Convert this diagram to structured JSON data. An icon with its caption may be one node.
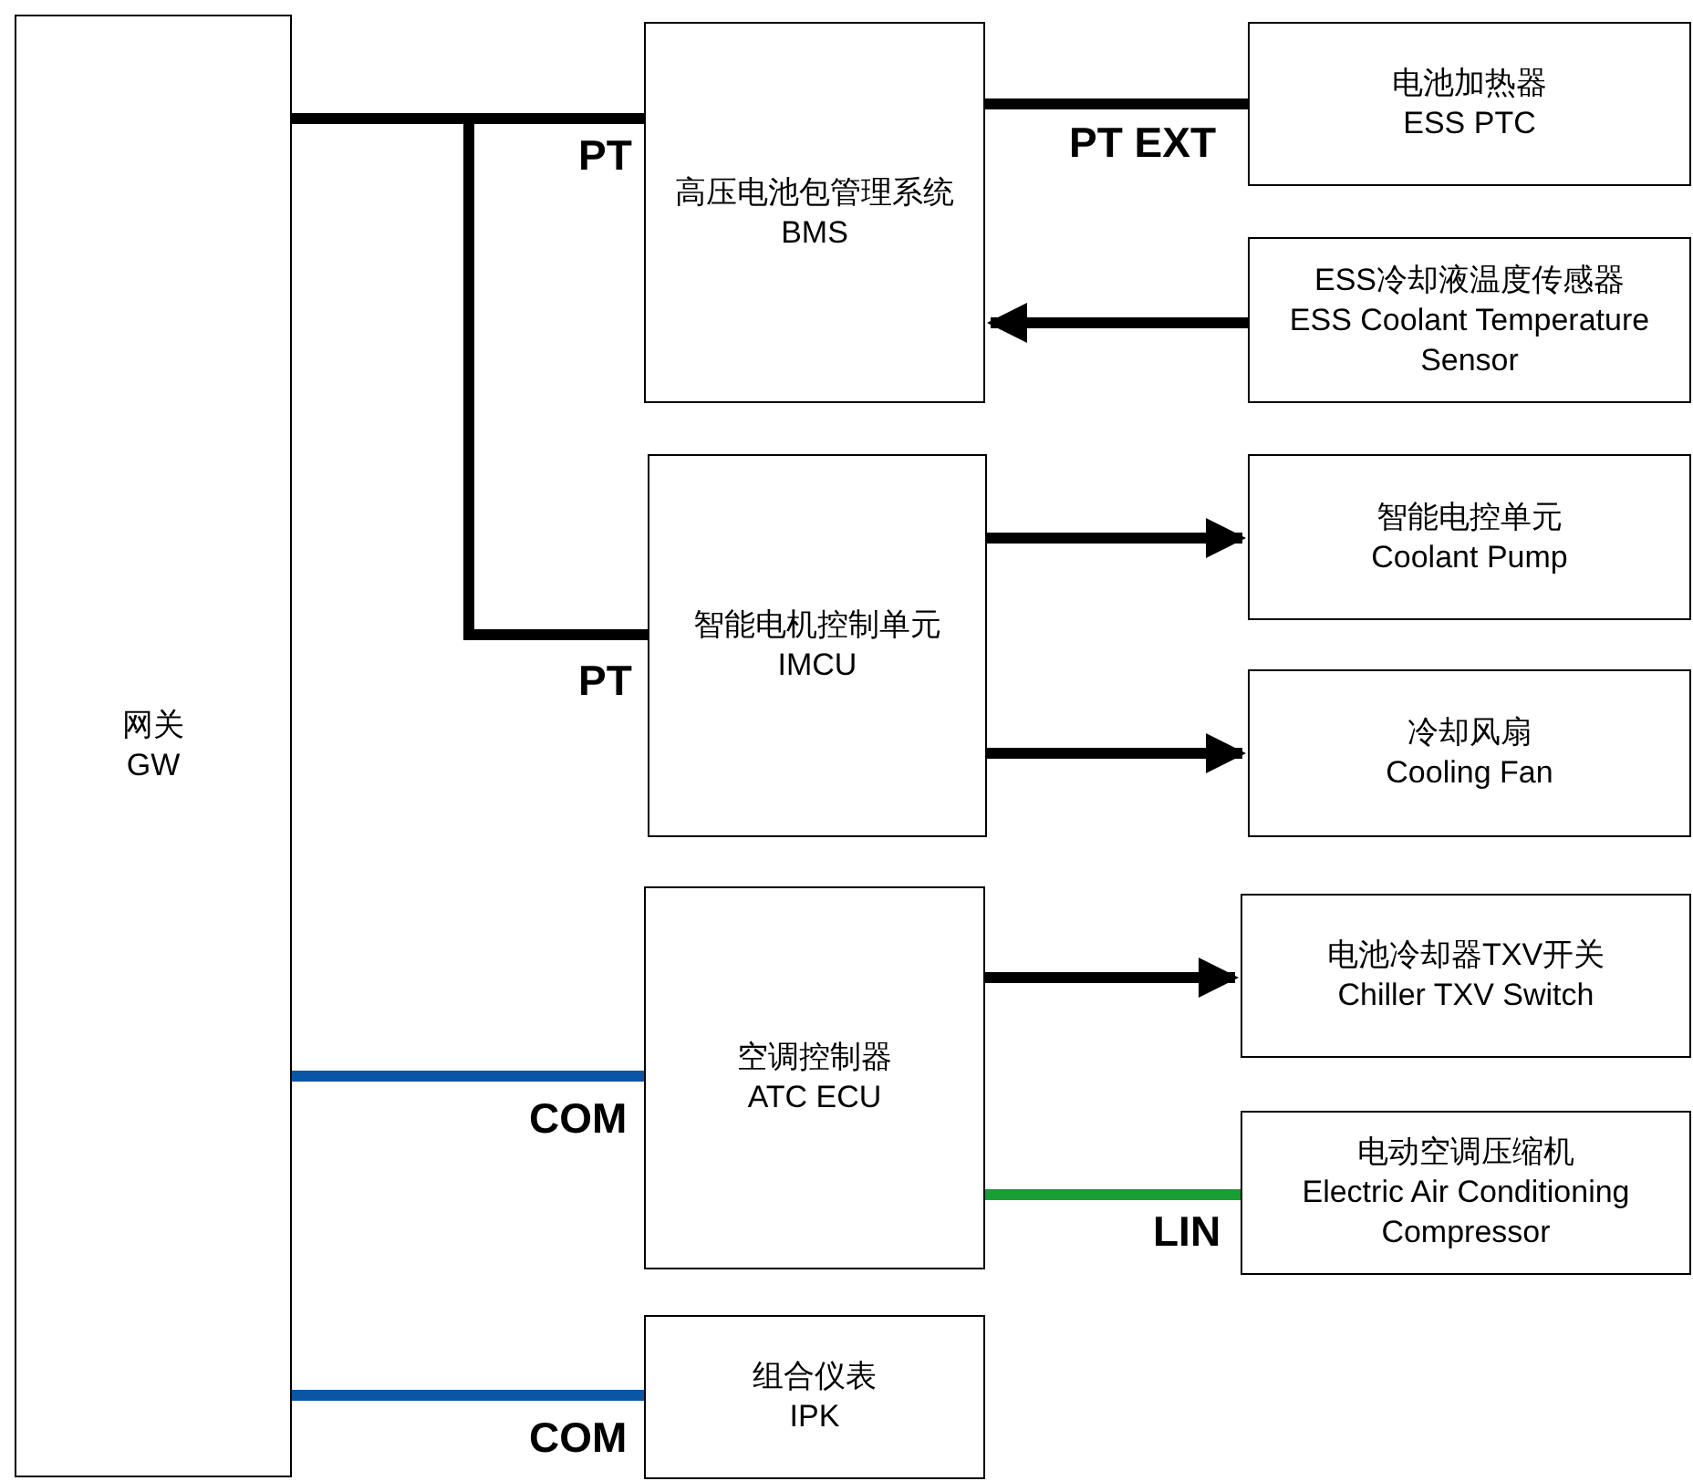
{
  "diagram": {
    "nodes": [
      {
        "text": [
          "网关",
          "GW"
        ]
      },
      {
        "text": [
          "高压电池包管理系统",
          "BMS"
        ]
      },
      {
        "text": [
          "智能电机控制单元",
          "IMCU"
        ]
      },
      {
        "text": [
          "空调控制器",
          "ATC ECU"
        ]
      },
      {
        "text": [
          "组合仪表",
          "IPK"
        ]
      },
      {
        "text": [
          "电池加热器",
          "ESS PTC"
        ]
      },
      {
        "text": [
          "ESS冷却液温度传感器",
          "ESS Coolant Temperature Sensor"
        ]
      },
      {
        "text": [
          "智能电控单元",
          "Coolant Pump"
        ]
      },
      {
        "text": [
          "冷却风扇",
          "Cooling Fan"
        ]
      },
      {
        "text": [
          "电池冷却器TXV开关",
          "Chiller TXV Switch"
        ]
      },
      {
        "text": [
          "电动空调压缩机",
          "Electric Air Conditioning Compressor"
        ]
      }
    ],
    "edges": [
      {
        "from": 0,
        "to": 1,
        "arrow": "none",
        "label": "PT"
      },
      {
        "from": 0,
        "to": 2,
        "arrow": "none",
        "label": "PT"
      },
      {
        "from": 1,
        "to": 5,
        "arrow": "none",
        "label": "PT EXT"
      },
      {
        "from": 6,
        "to": 1,
        "arrow": "to"
      },
      {
        "from": 2,
        "to": 7,
        "arrow": "to"
      },
      {
        "from": 2,
        "to": 8,
        "arrow": "to"
      },
      {
        "from": 3,
        "to": 9,
        "arrow": "to"
      },
      {
        "from": 3,
        "to": 10,
        "arrow": "none",
        "label": "LIN",
        "color": "#16a034"
      },
      {
        "from": 0,
        "to": 3,
        "arrow": "none",
        "label": "COM",
        "color": "#0a56a6"
      },
      {
        "from": 0,
        "to": 4,
        "arrow": "none",
        "label": "COM",
        "color": "#0a56a6"
      }
    ]
  }
}
